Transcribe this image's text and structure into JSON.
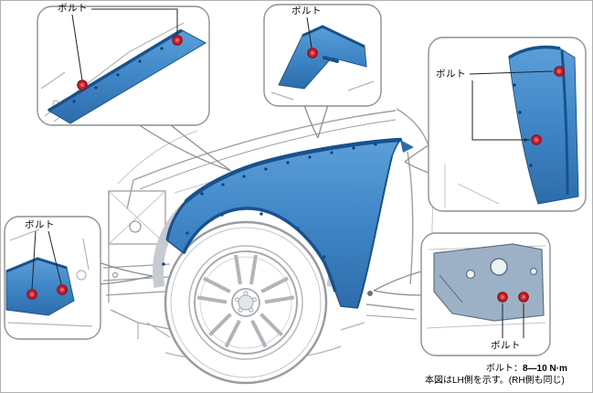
{
  "figure": {
    "type": "service-manual-diagram",
    "subject": "front fender bolt locations"
  },
  "callouts": {
    "top_left": {
      "label": "ボルト"
    },
    "top_center": {
      "label": "ボルト"
    },
    "right": {
      "label": "ボルト"
    },
    "left": {
      "label": "ボルト"
    },
    "bottom_right": {
      "label": "ボルト"
    }
  },
  "footer": {
    "torque_prefix": "ボルト：",
    "torque_value": "8—10 N·m",
    "note": "本図はLH側を示す。(RH側も同じ)"
  },
  "colors": {
    "fender_blue": "#3f86c7",
    "fender_blue_dark": "#17528f",
    "bolt_red": "#c9202b",
    "line_gray": "#9aa0a5",
    "callout_border": "#8a8f94"
  }
}
